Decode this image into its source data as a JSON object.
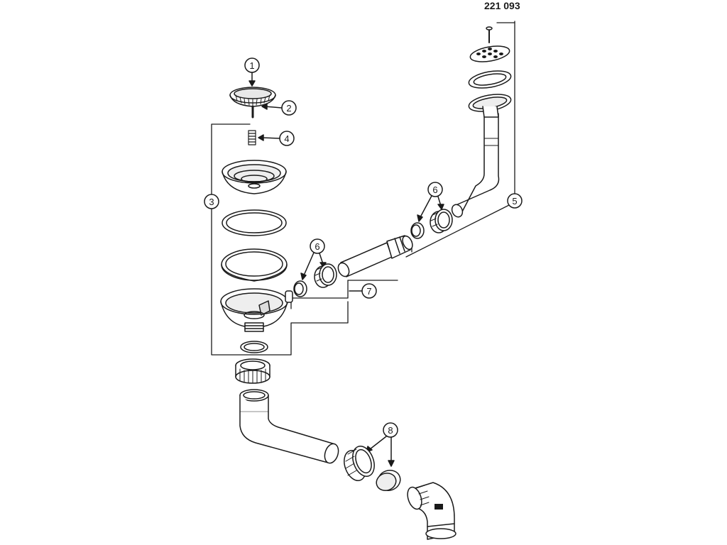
{
  "part_number": "221 093",
  "callouts": {
    "c1": "1",
    "c2": "2",
    "c3": "3",
    "c4": "4",
    "c5": "5",
    "c6a": "6",
    "c6b": "6",
    "c7": "7",
    "c8": "8"
  },
  "colors": {
    "line": "#1a1a1a",
    "part_fill": "#ffffff",
    "shade": "#d9d9d9"
  }
}
